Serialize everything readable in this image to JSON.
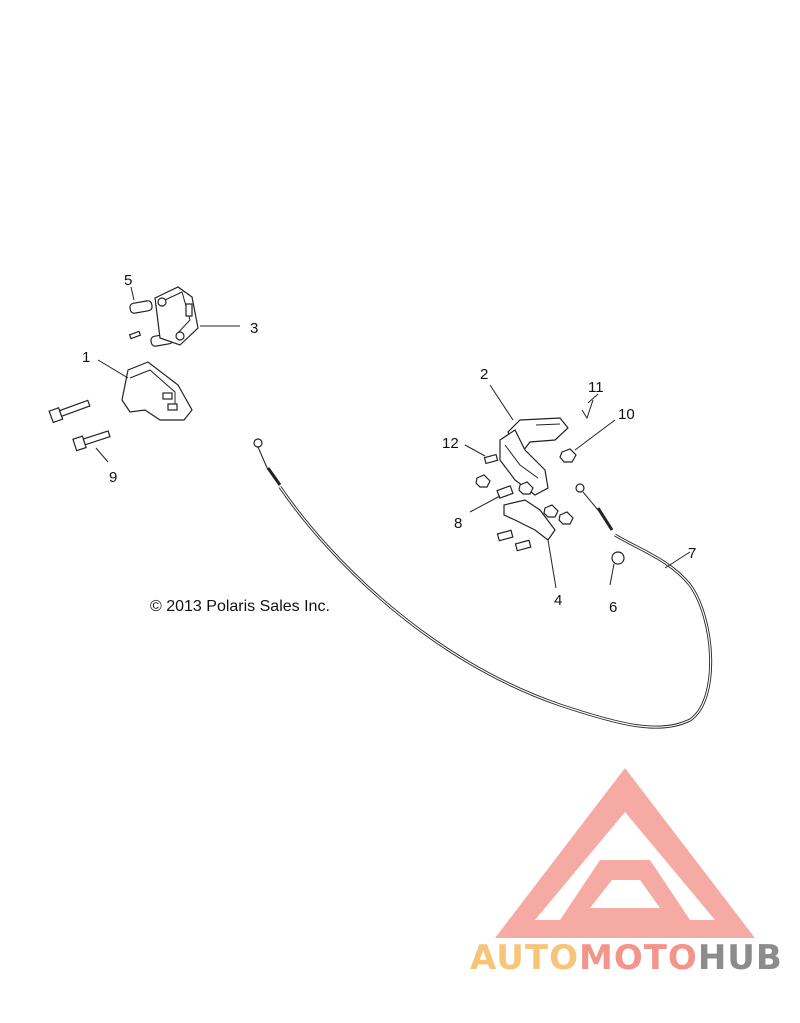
{
  "callouts": {
    "c1": "1",
    "c2": "2",
    "c3": "3",
    "c4": "4",
    "c5": "5",
    "c6": "6",
    "c7": "7",
    "c8": "8",
    "c9": "9",
    "c10": "10",
    "c11": "11",
    "c12": "12"
  },
  "copyright": "© 2013 Polaris Sales Inc.",
  "logo": {
    "part1": "AUTO",
    "part2": "MOTO",
    "part3": "HUB",
    "colors": {
      "auto": "#f6c57a",
      "moto": "#f4958c",
      "hub": "#8c8c8c",
      "mark": "#f4a39b"
    }
  }
}
